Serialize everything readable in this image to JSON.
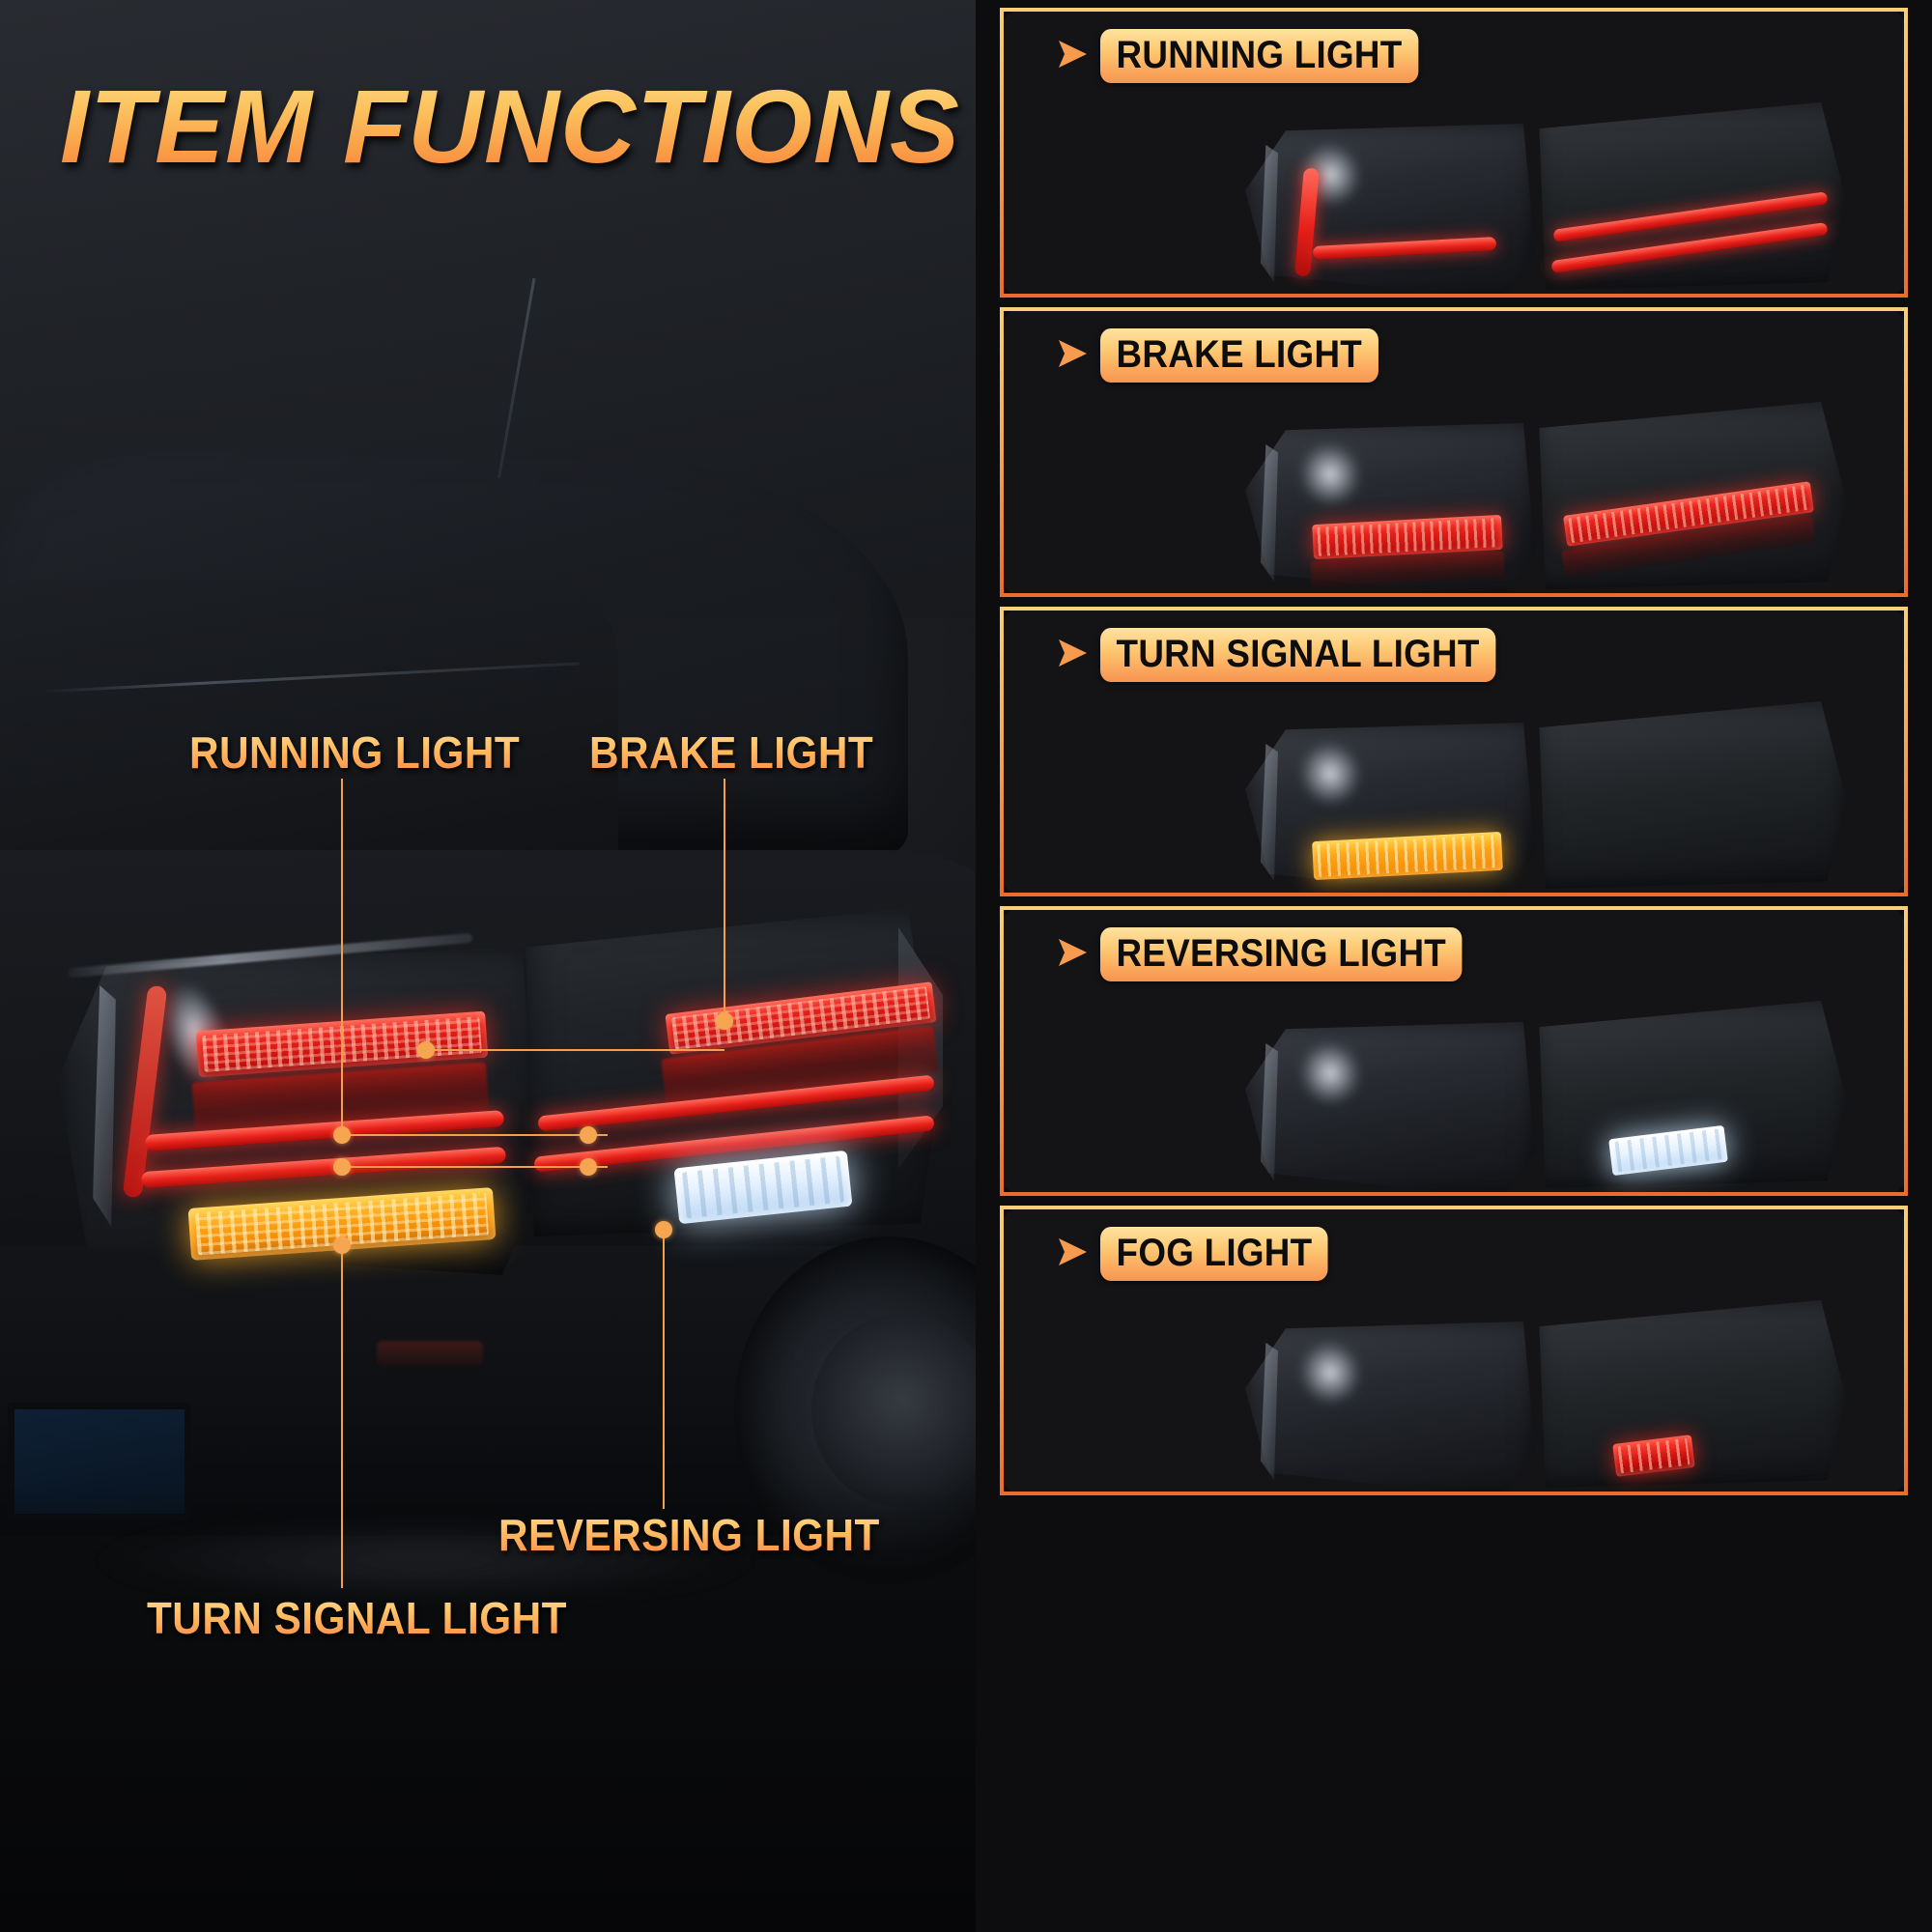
{
  "page": {
    "title": "ITEM FUNCTIONS",
    "accent_gold": "#ffd98a",
    "accent_orange": "#f4793a",
    "panel_border_top": "#f7cf78",
    "panel_border_bottom": "#ea6c2e",
    "background": "#0a0b0d"
  },
  "hero": {
    "callouts": [
      {
        "label": "RUNNING LIGHT",
        "icon": "leader-line-dot"
      },
      {
        "label": "BRAKE LIGHT",
        "icon": "leader-line-dot"
      },
      {
        "label": "REVERSING LIGHT",
        "icon": "leader-line-dot"
      },
      {
        "label": "TURN SIGNAL LIGHT",
        "icon": "leader-line-dot"
      }
    ],
    "lamp_colors": {
      "brake": "#e8231c",
      "running": "#e8201a",
      "turn_signal": "#ffa516",
      "reversing": "#e6f2ff"
    }
  },
  "panels": [
    {
      "label": "RUNNING LIGHT",
      "icon": "play-arrow-icon",
      "lit_color": "#e8201a"
    },
    {
      "label": "BRAKE LIGHT",
      "icon": "play-arrow-icon",
      "lit_color": "#e8231c"
    },
    {
      "label": "TURN SIGNAL LIGHT",
      "icon": "play-arrow-icon",
      "lit_color": "#ffa516"
    },
    {
      "label": "REVERSING LIGHT",
      "icon": "play-arrow-icon",
      "lit_color": "#e8f3ff"
    },
    {
      "label": "FOG LIGHT",
      "icon": "play-arrow-icon",
      "lit_color": "#d6130f"
    }
  ]
}
